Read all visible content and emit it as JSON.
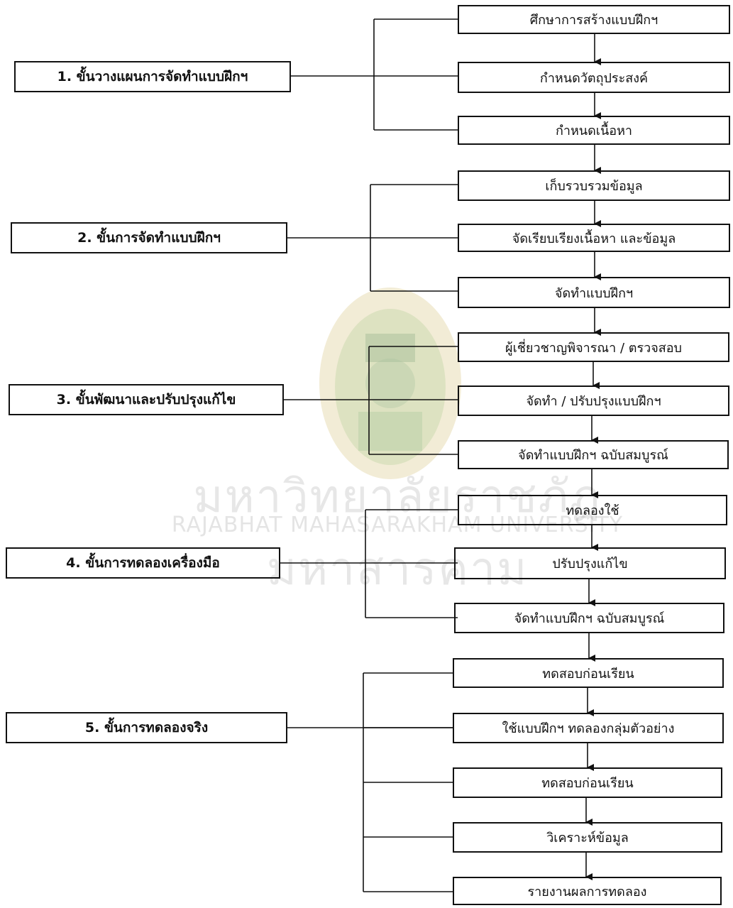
{
  "stages": [
    {
      "label": "1. ขั้นวางแผนการจัดทำแบบฝึกฯ"
    },
    {
      "label": "2. ขั้นการจัดทำแบบฝึกฯ"
    },
    {
      "label": "3. ขั้นพัฒนาและปรับปรุงแก้ไข"
    },
    {
      "label": "4. ขั้นการทดลองเครื่องมือ"
    },
    {
      "label": "5. ขั้นการทดลองจริง"
    }
  ],
  "steps": [
    "ศึกษาการสร้างแบบฝึกฯ",
    "กำหนดวัตถุประสงค์",
    "กำหนดเนื้อหา",
    "เก็บรวบรวมข้อมูล",
    "จัดเรียบเรียงเนื้อหา และข้อมูล",
    "จัดทำแบบฝึกฯ",
    "ผู้เชี่ยวชาญพิจารณา / ตรวจสอบ",
    "จัดทำ / ปรับปรุงแบบฝึกฯ",
    "จัดทำแบบฝึกฯ ฉบับสมบูรณ์",
    "ทดลองใช้",
    "ปรับปรุงแก้ไข",
    "จัดทำแบบฝึกฯ ฉบับสมบูรณ์",
    "ทดสอบก่อนเรียน",
    "ใช้แบบฝึกฯ ทดลองกลุ่มตัวอย่าง",
    "ทดสอบก่อนเรียน",
    "วิเคราะห์ข้อมูล",
    "รายงานผลการทดลอง"
  ],
  "watermark": {
    "thai": "มหาวิทยาลัยราชภัฏมหาสารคาม",
    "english": "RAJABHAT MAHASARAKHAM UNIVERSITY"
  }
}
